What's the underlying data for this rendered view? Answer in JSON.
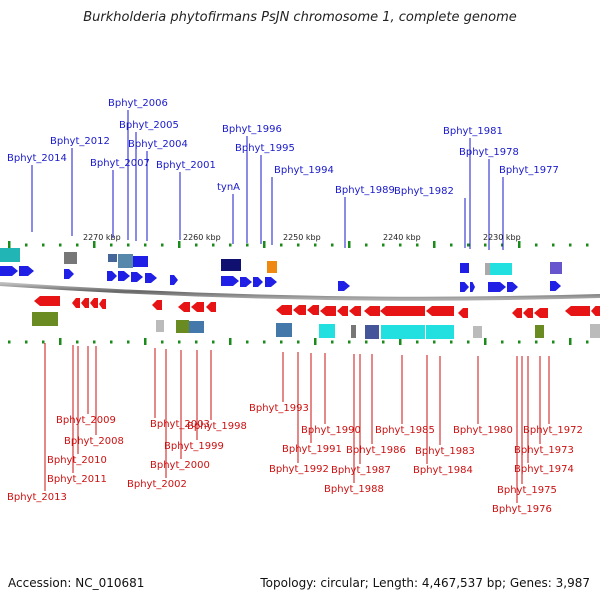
{
  "title": "Burkholderia phytofirmans PsJN chromosome 1, complete genome",
  "footer": {
    "accession": "Accession: NC_010681",
    "topology": "Topology: circular; Length: 4,467,537 bp; Genes: 3,987"
  },
  "scale_labels": [
    "2270 kbp",
    "2260 kbp",
    "2250 kbp",
    "2240 kbp",
    "2230 kbp"
  ],
  "top_genes": [
    "Bphyt_2014",
    "Bphyt_2012",
    "Bphyt_2007",
    "Bphyt_2006",
    "Bphyt_2005",
    "Bphyt_2004",
    "Bphyt_2001",
    "Bphyt_1996",
    "Bphyt_1995",
    "tynA",
    "Bphyt_1994",
    "Bphyt_1989",
    "Bphyt_1982",
    "Bphyt_1981",
    "Bphyt_1978",
    "Bphyt_1977"
  ],
  "bottom_genes": [
    "Bphyt_2013",
    "Bphyt_2011",
    "Bphyt_2010",
    "Bphyt_2009",
    "Bphyt_2008",
    "Bphyt_2003",
    "Bphyt_2002",
    "Bphyt_2000",
    "Bphyt_1999",
    "Bphyt_1998",
    "Bphyt_1993",
    "Bphyt_1992",
    "Bphyt_1991",
    "Bphyt_1990",
    "Bphyt_1988",
    "Bphyt_1987",
    "Bphyt_1986",
    "Bphyt_1985",
    "Bphyt_1984",
    "Bphyt_1983",
    "Bphyt_1980",
    "Bphyt_1976",
    "Bphyt_1975",
    "Bphyt_1974",
    "Bphyt_1973",
    "Bphyt_1972"
  ],
  "colors": {
    "forward_strand": "#1f1fe6",
    "reverse_strand": "#e61414",
    "top_label": "#1a1acc",
    "bottom_label": "#cc1111",
    "backbone": "#777777",
    "tick": "#1a8a1a"
  }
}
